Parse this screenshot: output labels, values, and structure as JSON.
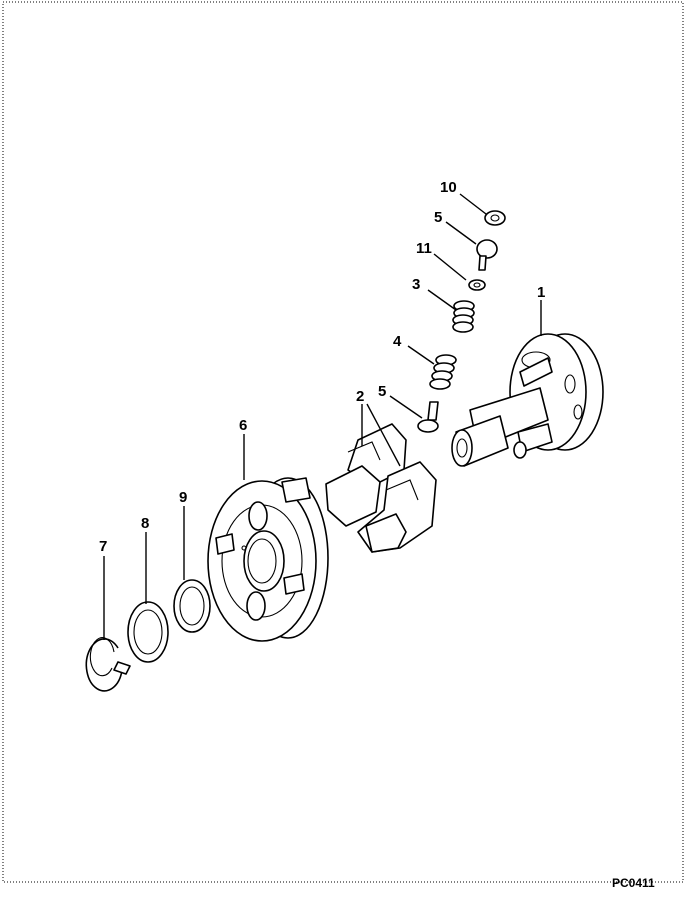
{
  "diagram_code": "PC0411",
  "callouts": [
    {
      "label": "1"
    },
    {
      "label": "2"
    },
    {
      "label": "3"
    },
    {
      "label": "4"
    },
    {
      "label": "5"
    },
    {
      "label": "5"
    },
    {
      "label": "6"
    },
    {
      "label": "7"
    },
    {
      "label": "8"
    },
    {
      "label": "9"
    },
    {
      "label": "10"
    },
    {
      "label": "11"
    }
  ]
}
